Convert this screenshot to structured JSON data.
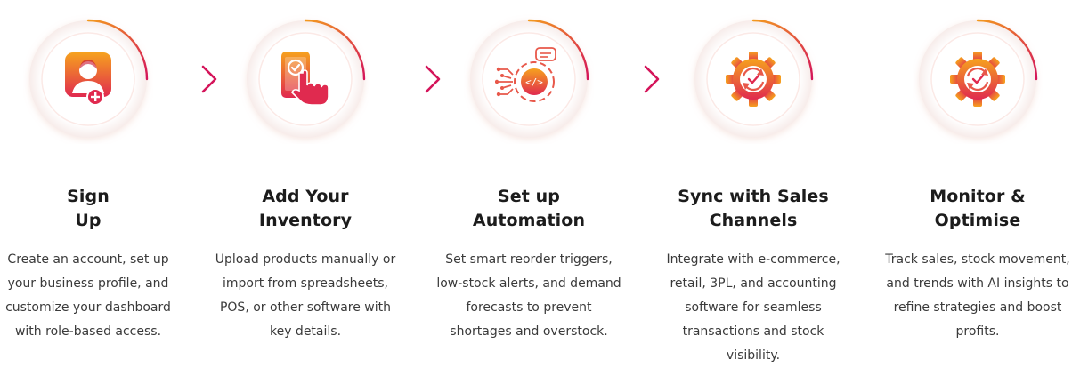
{
  "colors": {
    "accent_orange": "#f39a1e",
    "accent_magenta": "#d4145a",
    "title_text": "#1c1c1c",
    "body_text": "#3a3a3a"
  },
  "steps": [
    {
      "icon": "user-add-icon",
      "title_lines": [
        "Sign",
        "Up"
      ],
      "desc_lines": [
        "Create an account, set up",
        "your business profile, and",
        "customize your dashboard",
        "with role-based access."
      ]
    },
    {
      "icon": "tap-phone-icon",
      "title_lines": [
        "Add Your",
        "Inventory"
      ],
      "desc_lines": [
        "Upload products manually or",
        "import from spreadsheets,",
        "POS, or other software with",
        "key details."
      ]
    },
    {
      "icon": "automation-gear-icon",
      "title_lines": [
        "Set up",
        "Automation"
      ],
      "desc_lines": [
        "Set smart reorder triggers,",
        "low-stock alerts, and demand",
        "forecasts to prevent",
        "shortages and overstock."
      ]
    },
    {
      "icon": "sync-gear-icon",
      "title_lines": [
        "Sync with Sales",
        "Channels"
      ],
      "desc_lines": [
        "Integrate with e-commerce,",
        "retail, 3PL, and accounting",
        "software for seamless",
        "transactions and stock",
        "visibility."
      ]
    },
    {
      "icon": "check-gear-icon",
      "title_lines": [
        "Monitor &",
        "Optimise"
      ],
      "desc_lines": [
        "Track sales, stock movement,",
        "and trends with AI insights to",
        "refine strategies and boost",
        "profits."
      ]
    }
  ]
}
